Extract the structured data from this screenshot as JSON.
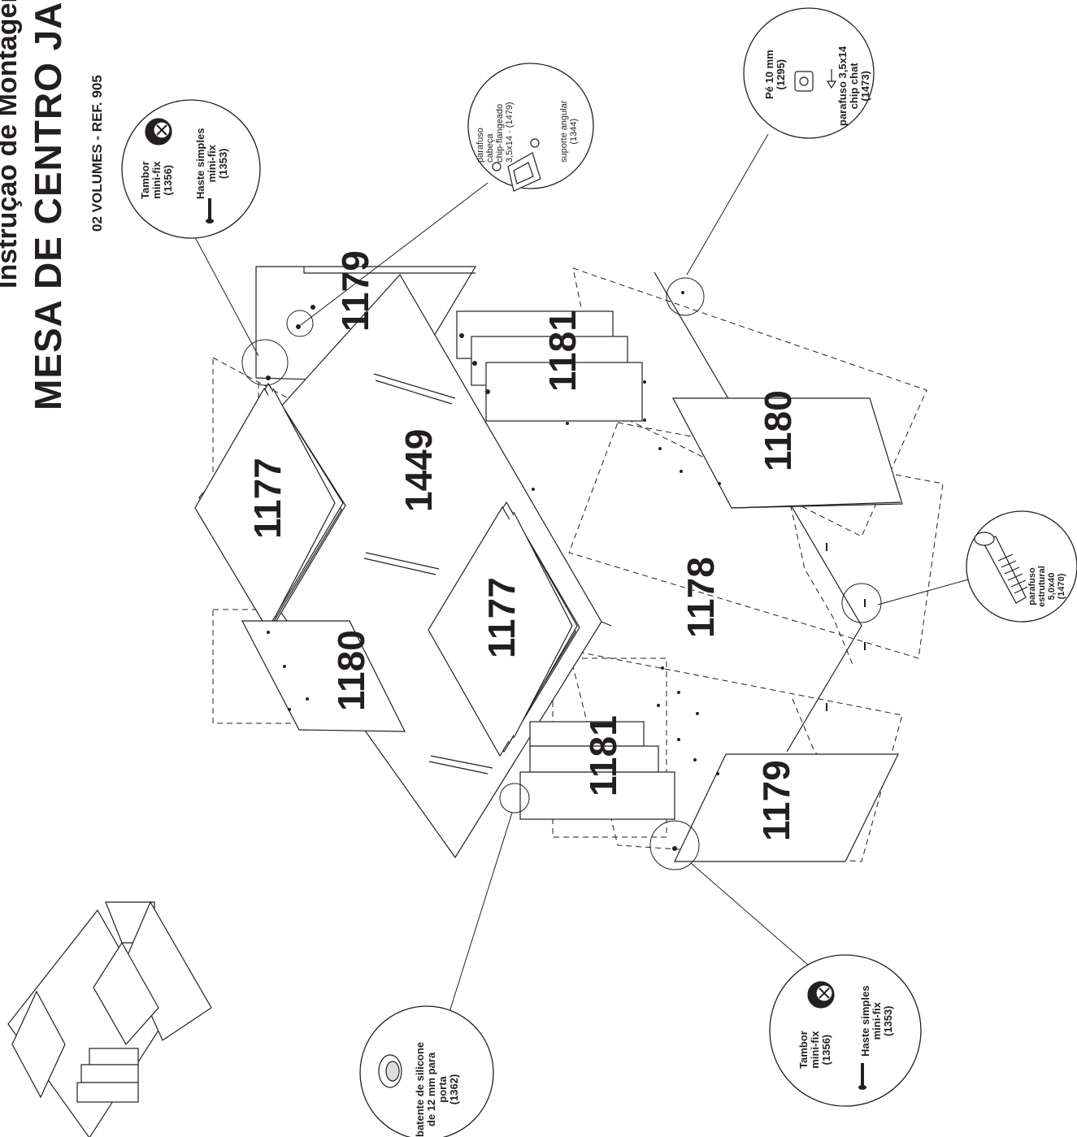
{
  "header": {
    "instruction_title": "Instrução de Montagem",
    "product_title": "MESA DE CENTRO JADE",
    "subtitle": "02 VOLUMES - REF. 905"
  },
  "part_numbers": {
    "part_1177_a": "1177",
    "part_1177_b": "1177",
    "part_1449": "1449",
    "part_1179_a": "1179",
    "part_1179_b": "1179",
    "part_1181_a": "1181",
    "part_1181_b": "1181",
    "part_1180_a": "1180",
    "part_1180_b": "1180",
    "part_1178": "1178"
  },
  "callouts": {
    "minifix_top": {
      "tambor": "Tambor\nmini-fix\n(1356)",
      "haste": "Haste simples\nmini-fix\n(1353)"
    },
    "angle_bracket": {
      "screw": "parafuso\ncabeça\nchip-flangeado\n3,5x14 - (1479)",
      "bracket": "suporte angular\n(1344)"
    },
    "foot": {
      "foot": "Pé 10 mm\n(1295)",
      "screw": "parafuso 3,5x14\nchip chat\n(1473)"
    },
    "structural_screw": {
      "label": "parafuso\nestrutural 5,0x40\n(1470)"
    },
    "minifix_bottom": {
      "tambor": "Tambor\nmini-fix\n(1356)",
      "haste": "Haste simples\nmini-fix\n(1353)"
    },
    "silicone_stop": {
      "label": "batente de silicone\nde 12 mm para\nporta\n(1362)"
    }
  },
  "colors": {
    "line": "#231f20",
    "background": "#ffffff",
    "fill": "#ffffff"
  }
}
